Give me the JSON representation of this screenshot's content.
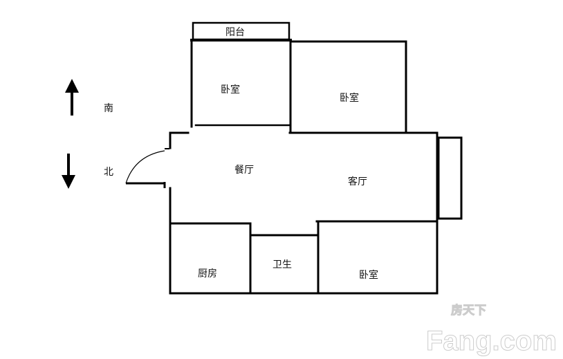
{
  "compass": {
    "south": "南",
    "north": "北"
  },
  "rooms": {
    "balcony": "阳台",
    "bedroom_top_left": "卧室",
    "bedroom_top_right": "卧室",
    "dining": "餐厅",
    "living": "客厅",
    "kitchen": "厨房",
    "bathroom": "卫生",
    "bedroom_bottom": "卧室"
  },
  "watermark": {
    "brand": "Fang.com",
    "chinese": "房天下"
  },
  "colors": {
    "walls": "#000000",
    "background": "#ffffff"
  }
}
